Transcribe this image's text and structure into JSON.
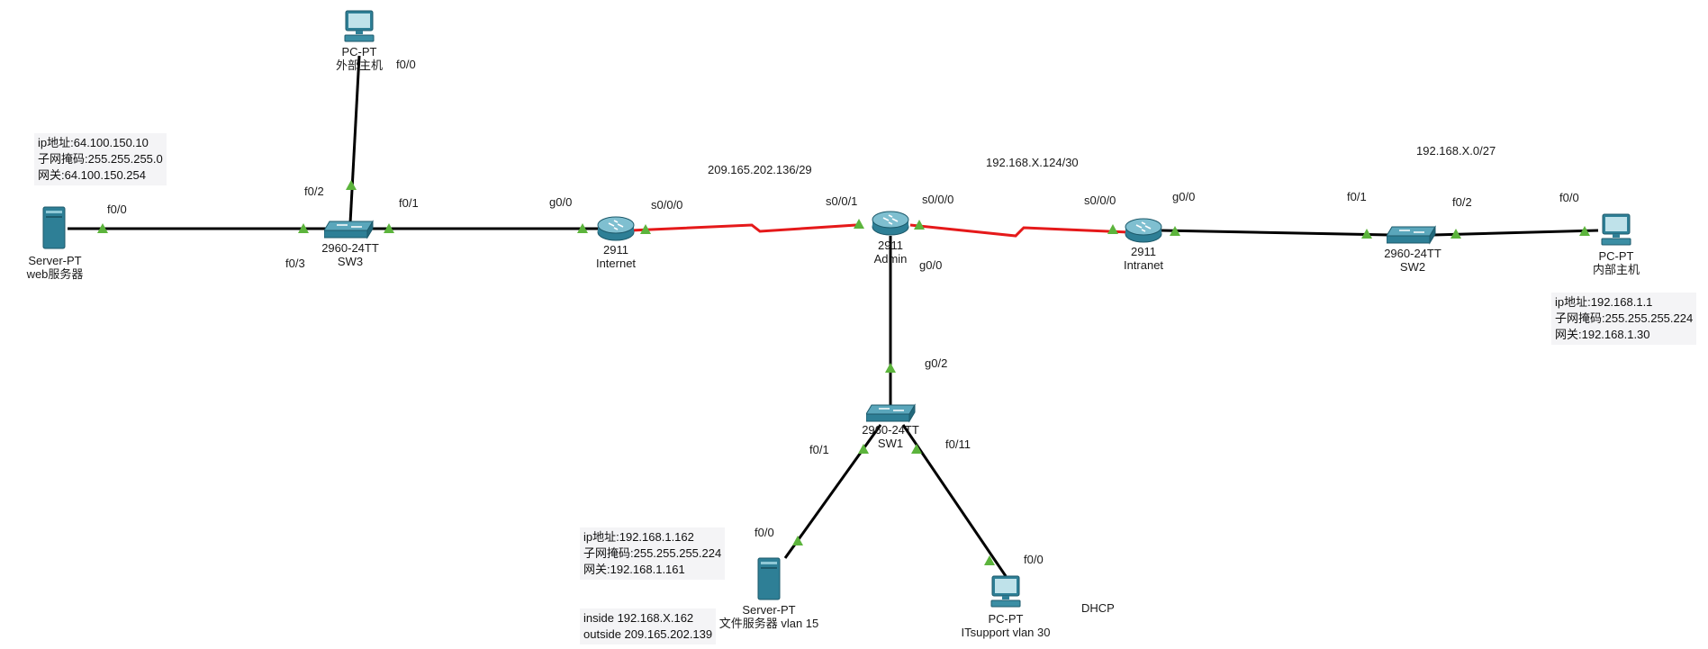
{
  "devices": {
    "server_web": {
      "model": "Server-PT",
      "name": "web服务器"
    },
    "pc_external": {
      "model": "PC-PT",
      "name": "外部主机"
    },
    "sw3": {
      "model": "2960-24TT",
      "name": "SW3"
    },
    "router_internet": {
      "model": "2911",
      "name": "Internet"
    },
    "router_admin": {
      "model": "2911",
      "name": "Admin"
    },
    "router_intranet": {
      "model": "2911",
      "name": "Intranet"
    },
    "sw2": {
      "model": "2960-24TT",
      "name": "SW2"
    },
    "pc_internal": {
      "model": "PC-PT",
      "name": "内部主机"
    },
    "sw1": {
      "model": "2960-24TT",
      "name": "SW1"
    },
    "server_file": {
      "model": "Server-PT",
      "name": "文件服务器 vlan 15"
    },
    "pc_itsupport": {
      "model": "PC-PT",
      "name": "ITsupport vlan 30"
    }
  },
  "ports": {
    "web_f00": "f0/0",
    "ext_f00": "f0/0",
    "sw3_f02": "f0/2",
    "sw3_f01": "f0/1",
    "sw3_f03": "f0/3",
    "internet_g00": "g0/0",
    "internet_s000": "s0/0/0",
    "admin_s001": "s0/0/1",
    "admin_s000": "s0/0/0",
    "admin_g00": "g0/0",
    "intranet_s000": "s0/0/0",
    "intranet_g00": "g0/0",
    "sw2_f01": "f0/1",
    "sw2_f02": "f0/2",
    "pcint_f00": "f0/0",
    "sw1_g02": "g0/2",
    "sw1_f01": "f0/1",
    "sw1_f011": "f0/11",
    "file_f00": "f0/0",
    "its_f00": "f0/0"
  },
  "networks": {
    "wan1": "209.165.202.136/29",
    "wan2": "192.168.X.124/30",
    "lan_intranet": "192.168.X.0/27"
  },
  "notes": {
    "web": [
      "ip地址:64.100.150.10",
      "子网掩码:255.255.255.0",
      "网关:64.100.150.254"
    ],
    "internal": [
      "ip地址:192.168.1.1",
      "子网掩码:255.255.255.224",
      "网关:192.168.1.30"
    ],
    "file": [
      "ip地址:192.168.1.162",
      "子网掩码:255.255.255.224",
      "网关:192.168.1.161"
    ],
    "nat": [
      "inside 192.168.X.162",
      "outside 209.165.202.139"
    ],
    "itsupport": "DHCP"
  },
  "colors": {
    "ethernet": "#000000",
    "serial": "#e5191a",
    "link_up": "#5cb43c",
    "device": "#2e7f96",
    "note_bg": "#f4f4f6"
  }
}
